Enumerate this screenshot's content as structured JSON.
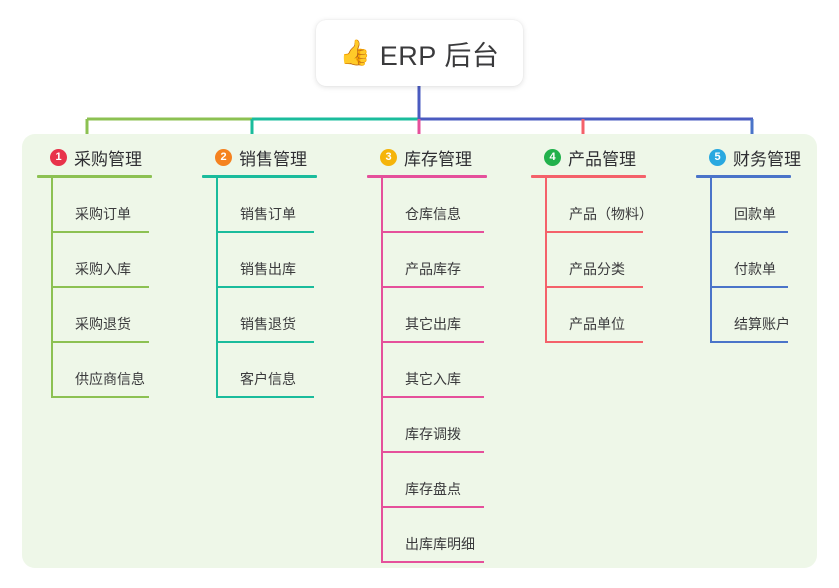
{
  "root": {
    "icon": "thumbs-up-icon",
    "emoji": "👍",
    "title": "ERP 后台"
  },
  "colors": {
    "panel_background": "#eef7e8",
    "page_background": "#ffffff",
    "root_connector": "#4a5bc0",
    "text": "#3a3a3c"
  },
  "branches": [
    {
      "number": "1",
      "title": "采购管理",
      "line_color": "#8cc152",
      "badge_color": "#e8334a",
      "items": [
        {
          "label": "采购订单"
        },
        {
          "label": "采购入库"
        },
        {
          "label": "采购退货"
        },
        {
          "label": "供应商信息"
        }
      ]
    },
    {
      "number": "2",
      "title": "销售管理",
      "line_color": "#1abc9c",
      "badge_color": "#f5821f",
      "items": [
        {
          "label": "销售订单"
        },
        {
          "label": "销售出库"
        },
        {
          "label": "销售退货"
        },
        {
          "label": "客户信息"
        }
      ]
    },
    {
      "number": "3",
      "title": "库存管理",
      "line_color": "#e5509b",
      "badge_color": "#f5b40a",
      "items": [
        {
          "label": "仓库信息"
        },
        {
          "label": "产品库存"
        },
        {
          "label": "其它出库"
        },
        {
          "label": "其它入库"
        },
        {
          "label": "库存调拨"
        },
        {
          "label": "库存盘点"
        },
        {
          "label": "出库库明细"
        }
      ]
    },
    {
      "number": "4",
      "title": "产品管理",
      "line_color": "#f4616a",
      "badge_color": "#22b14c",
      "items": [
        {
          "label": "产品（物料）"
        },
        {
          "label": "产品分类"
        },
        {
          "label": "产品单位"
        }
      ]
    },
    {
      "number": "5",
      "title": "财务管理",
      "line_color": "#4a74c9",
      "badge_color": "#29a8e0",
      "items": [
        {
          "label": "回款单"
        },
        {
          "label": "付款单"
        },
        {
          "label": "结算账户"
        }
      ]
    }
  ]
}
